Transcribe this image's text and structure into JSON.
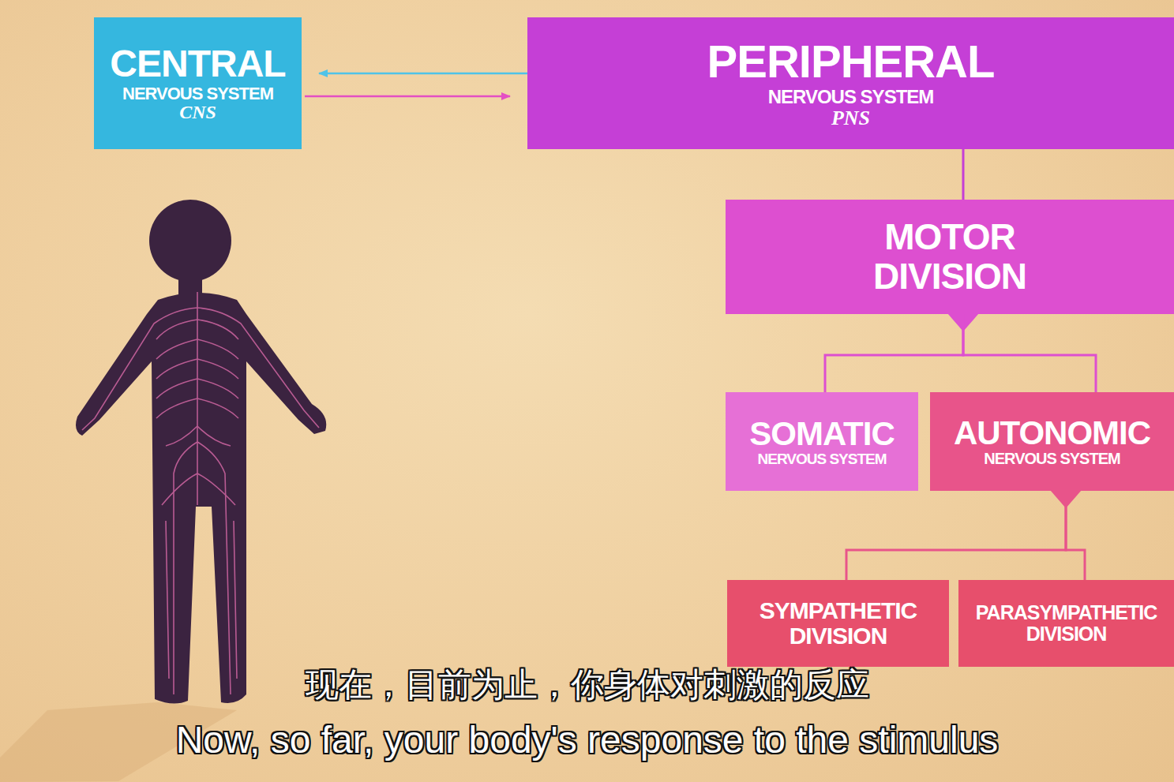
{
  "diagram": {
    "nodes": [
      {
        "text": [
          "CENTRAL",
          "NERVOUS SYSTEM",
          "CNS"
        ]
      },
      {
        "text": [
          "PERIPHERAL",
          "NERVOUS SYSTEM",
          "PNS"
        ]
      },
      {
        "text": [
          "MOTOR DIVISION"
        ]
      },
      {
        "text": [
          "SOMATIC",
          "NERVOUS SYSTEM"
        ]
      },
      {
        "text": [
          "AUTONOMIC",
          "NERVOUS SYSTEM"
        ]
      },
      {
        "text": [
          "SYMPATHETIC DIVISION"
        ]
      },
      {
        "text": [
          "PARASYMPATHETIC DIVISION"
        ]
      }
    ],
    "edges": [
      {
        "from": 1,
        "to": 0,
        "arrow": "to"
      },
      {
        "from": 0,
        "to": 1,
        "arrow": "to"
      },
      {
        "from": 1,
        "to": 2,
        "arrow": "none"
      },
      {
        "from": 2,
        "to": 3,
        "arrow": "none"
      },
      {
        "from": 2,
        "to": 4,
        "arrow": "none"
      },
      {
        "from": 4,
        "to": 5,
        "arrow": "none"
      },
      {
        "from": 4,
        "to": 6,
        "arrow": "none"
      }
    ],
    "labels": [
      "现在，目前为止，你身体对刺激的反应",
      "Now, so far, your body's response to the stimulus"
    ]
  }
}
